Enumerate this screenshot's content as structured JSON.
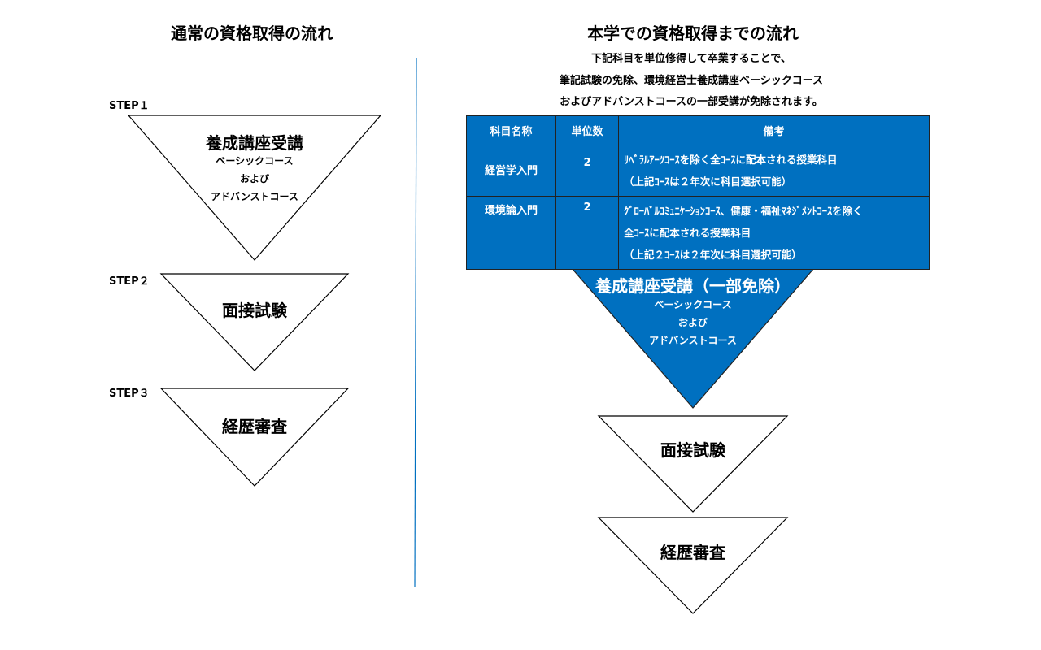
{
  "left": {
    "title": "通常の資格取得の流れ",
    "steps": [
      {
        "label": "STEP１",
        "title": "養成講座受講",
        "lines": [
          "ベーシックコース",
          "および",
          "アドバンストコース"
        ]
      },
      {
        "label": "STEP２",
        "title": "面接試験"
      },
      {
        "label": "STEP３",
        "title": "経歴審査"
      }
    ]
  },
  "right": {
    "title": "本学での資格取得までの流れ",
    "intro": [
      "下記科目を単位修得して卒業することで、",
      "筆記試験の免除、環境経営士養成講座ベーシックコース",
      "およびアドバンストコースの一部受講が免除されます。"
    ],
    "table": {
      "headers": [
        "科目名称",
        "単位数",
        "備考"
      ],
      "rows": [
        {
          "name": "経営学入門",
          "credits": "2",
          "notes": [
            "ﾘﾍﾞﾗﾙｱｰﾂｺｰｽを除く全ｺｰｽに配本される授業科目",
            "（上記ｺｰｽは２年次に科目選択可能）"
          ]
        },
        {
          "name": "環境論入門",
          "credits": "2",
          "notes": [
            "ｸﾞﾛｰﾊﾞﾙｺﾐｭﾆｹｰｼｮﾝｺｰｽ、健康・福祉ﾏﾈｼﾞﾒﾝﾄｺｰｽを除く",
            "全ｺｰｽに配本される授業科目",
            "（上記２ｺｰｽは２年次に科目選択可能）"
          ]
        }
      ]
    },
    "steps": [
      {
        "title": "養成講座受講（一部免除）",
        "lines": [
          "ベーシックコース",
          "および",
          "アドバンストコース"
        ]
      },
      {
        "title": "面接試験"
      },
      {
        "title": "経歴審査"
      }
    ]
  },
  "colors": {
    "accent": "#0070c0"
  }
}
